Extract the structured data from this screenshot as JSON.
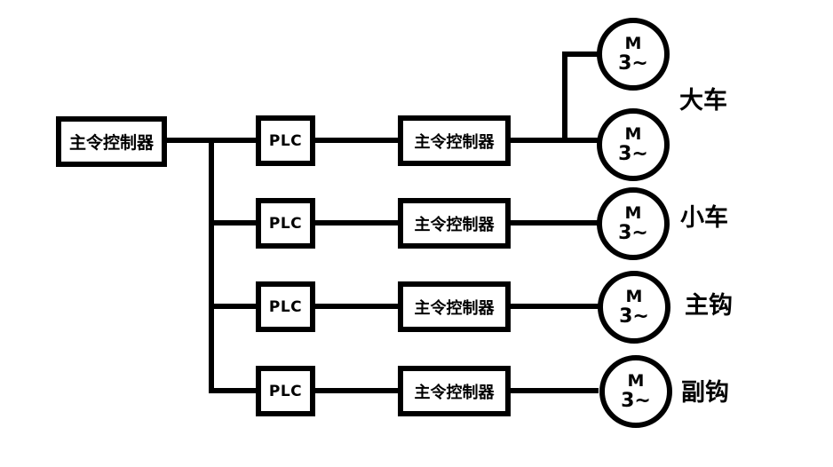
{
  "master": {
    "label": "主令控制器"
  },
  "rows": [
    {
      "plc": "PLC",
      "controller": "主令控制器",
      "group_label": "大车",
      "motors": [
        {
          "symbol": "M",
          "phase": "3~"
        },
        {
          "symbol": "M",
          "phase": "3~"
        }
      ]
    },
    {
      "plc": "PLC",
      "controller": "主令控制器",
      "group_label": "小车",
      "motors": [
        {
          "symbol": "M",
          "phase": "3~"
        }
      ]
    },
    {
      "plc": "PLC",
      "controller": "主令控制器",
      "group_label": "主钩",
      "motors": [
        {
          "symbol": "M",
          "phase": "3~"
        }
      ]
    },
    {
      "plc": "PLC",
      "controller": "主令控制器",
      "group_label": "副钩",
      "motors": [
        {
          "symbol": "M",
          "phase": "3~"
        }
      ]
    }
  ],
  "colors": {
    "stroke": "#000000",
    "background": "#ffffff"
  }
}
